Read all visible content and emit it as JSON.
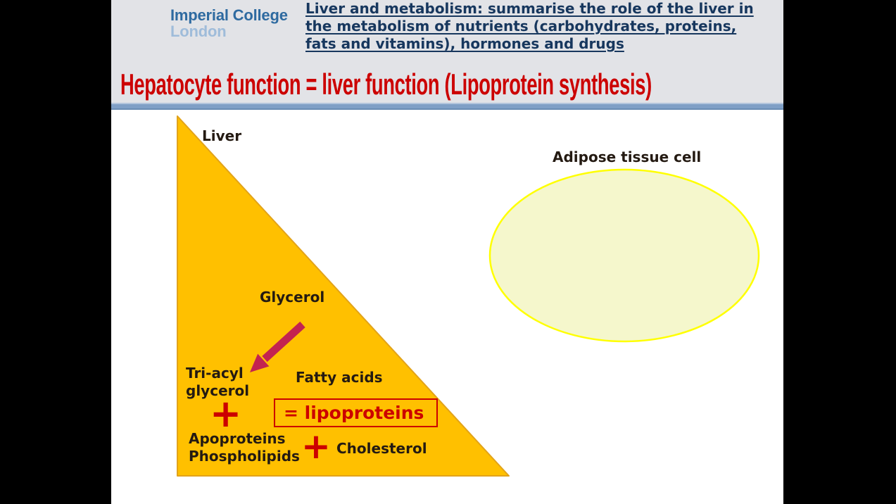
{
  "slide": {
    "logo": {
      "line1": "Imperial College",
      "line2": "London"
    },
    "course_title_lines": [
      "Liver and metabolism: summarise the role of the liver in",
      "the metabolism of nutrients (carbohydrates, proteins,",
      "fats and vitamins), hormones and drugs"
    ],
    "heading": "Hepatocyte function = liver function (Lipoprotein synthesis)",
    "diagram": {
      "liver": "Liver",
      "glycerol": "Glycerol",
      "triacyl_line1": "Tri-acyl",
      "triacyl_line2": "glycerol",
      "fatty_acids": "Fatty acids",
      "plus": "+",
      "lipoproteins": "= lipoproteins",
      "apoproteins": "Apoproteins",
      "phospholipids": "Phospholipids",
      "cholesterol": "Cholesterol",
      "adipose": "Adipose tissue cell"
    },
    "colors": {
      "stage-black": "#000000",
      "slide-white": "#FFFFFF",
      "header-gray": "#E2E3E7",
      "title-navy": "#17375E",
      "logo-blue": "#2E6AA0",
      "logo-light-blue": "#9FBCDA",
      "accent-red": "#CC0000",
      "divider-blue": "#7F9FC6",
      "divider-light": "#B3C5DC",
      "divider-dark": "#6A8CB4",
      "body-text": "#241A12",
      "triangle-fill": "#FFC000",
      "triangle-stroke": "#E2A31A",
      "arrow-crimson": "#C32350",
      "ellipse-fill": "#F5F7CC",
      "ellipse-stroke": "#FFFF00"
    }
  }
}
